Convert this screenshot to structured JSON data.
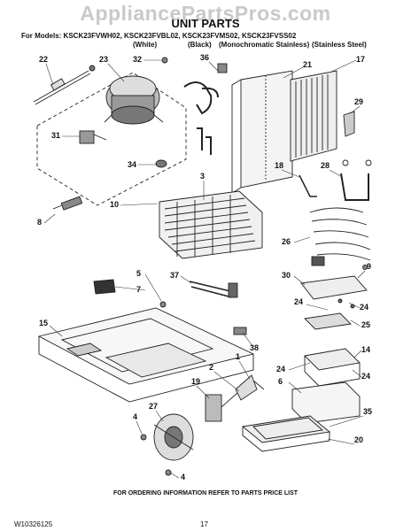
{
  "watermark": "AppliancePartsPros.com",
  "title": "UNIT PARTS",
  "models_line": "For Models: KSCK23FVWH02, KSCK23FVBL02, KSCK23FVMS02, KSCK23FVSS02",
  "colors": [
    "(White)",
    "(Black)",
    "(Monochromatic Stainless)",
    "(Stainless Steel)"
  ],
  "part_labels": [
    "22",
    "23",
    "32",
    "36",
    "21",
    "17",
    "29",
    "31",
    "34",
    "18",
    "28",
    "3",
    "10",
    "8",
    "26",
    "9",
    "30",
    "24",
    "24",
    "25",
    "37",
    "5",
    "7",
    "15",
    "38",
    "1",
    "14",
    "24",
    "24",
    "6",
    "2",
    "19",
    "27",
    "4",
    "35",
    "20",
    "4"
  ],
  "footer": "FOR ORDERING INFORMATION REFER TO PARTS PRICE LIST",
  "doc_number": "W10326125",
  "page_number": "17"
}
